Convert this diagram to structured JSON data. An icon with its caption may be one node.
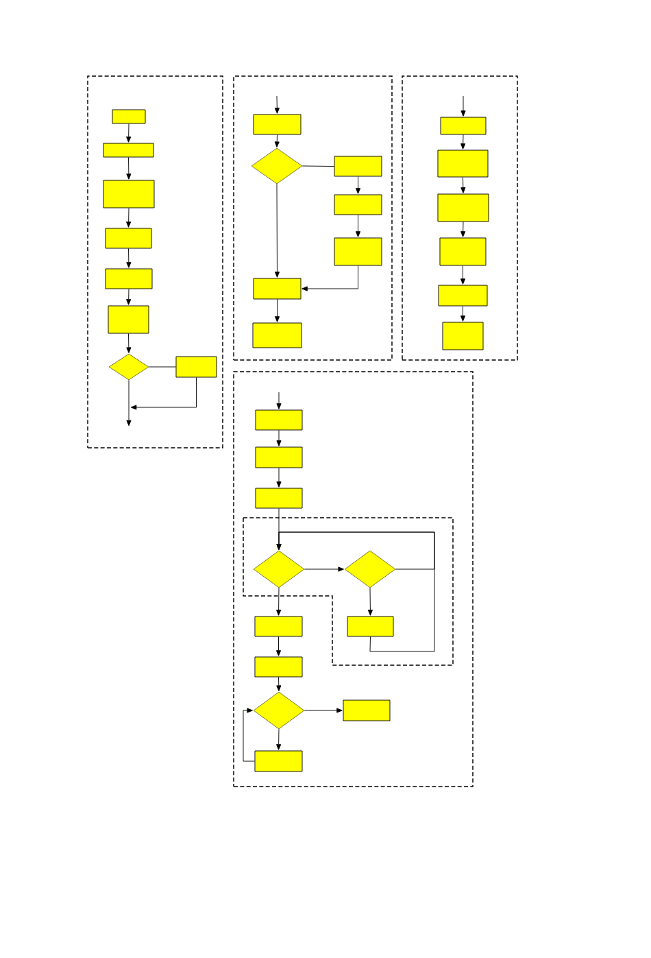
{
  "diagram": {
    "nodes": [
      {
        "text": [],
        "shape": "box"
      },
      {
        "text": [],
        "shape": "box",
        "in": 0
      },
      {
        "text": [],
        "shape": "box",
        "in": 0
      },
      {
        "text": [],
        "shape": "box",
        "in": 0
      },
      {
        "text": [],
        "shape": "box",
        "in": 0
      },
      {
        "text": [],
        "shape": "box",
        "in": 0
      },
      {
        "text": [],
        "shape": "box",
        "in": 0
      },
      {
        "text": [],
        "shape": "diamond",
        "in": 0
      },
      {
        "text": [],
        "shape": "box",
        "in": 0
      },
      {
        "text": [],
        "shape": "box"
      },
      {
        "text": [],
        "shape": "box",
        "in": 9
      },
      {
        "text": [],
        "shape": "diamond",
        "in": 9
      },
      {
        "text": [],
        "shape": "box",
        "in": 9
      },
      {
        "text": [],
        "shape": "box",
        "in": 9
      },
      {
        "text": [],
        "shape": "box",
        "in": 9
      },
      {
        "text": [],
        "shape": "box",
        "in": 9
      },
      {
        "text": [],
        "shape": "box",
        "in": 9
      },
      {
        "text": [],
        "shape": "box"
      },
      {
        "text": [],
        "shape": "box",
        "in": 17
      },
      {
        "text": [],
        "shape": "box",
        "in": 17
      },
      {
        "text": [],
        "shape": "box",
        "in": 17
      },
      {
        "text": [],
        "shape": "box",
        "in": 17
      },
      {
        "text": [],
        "shape": "box",
        "in": 17
      },
      {
        "text": [],
        "shape": "box",
        "in": 17
      },
      {
        "text": [],
        "shape": "box"
      },
      {
        "text": [],
        "shape": "box",
        "in": 24
      },
      {
        "text": [],
        "shape": "box",
        "in": 24
      },
      {
        "text": [],
        "shape": "box",
        "in": 24
      },
      {
        "text": [],
        "shape": "box",
        "in": 24
      },
      {
        "text": [],
        "shape": "diamond",
        "in": 28
      },
      {
        "text": [],
        "shape": "diamond",
        "in": 28
      },
      {
        "text": [],
        "shape": "box",
        "in": 28
      },
      {
        "text": [],
        "shape": "box",
        "in": 24
      },
      {
        "text": [],
        "shape": "box",
        "in": 24
      },
      {
        "text": [],
        "shape": "diamond",
        "in": 24
      },
      {
        "text": [],
        "shape": "box",
        "in": 24
      },
      {
        "text": [],
        "shape": "box",
        "in": 24
      }
    ],
    "edges": [
      {
        "from": 1,
        "to": 2,
        "arrow": "to"
      },
      {
        "from": 2,
        "to": 3,
        "arrow": "to"
      },
      {
        "from": 3,
        "to": 4,
        "arrow": "to"
      },
      {
        "from": 4,
        "to": 5,
        "arrow": "to"
      },
      {
        "from": 5,
        "to": 6,
        "arrow": "to"
      },
      {
        "from": 6,
        "to": 7,
        "arrow": "to"
      },
      {
        "from": 7,
        "to": 8,
        "arrow": "none"
      },
      {
        "from": 7,
        "to": null,
        "arrow": "to"
      },
      {
        "from": 8,
        "to": null,
        "arrow": "to"
      },
      {
        "from": null,
        "to": 10,
        "arrow": "to"
      },
      {
        "from": 10,
        "to": 11,
        "arrow": "to"
      },
      {
        "from": 11,
        "to": 12,
        "arrow": "none"
      },
      {
        "from": 12,
        "to": 13,
        "arrow": "to"
      },
      {
        "from": 13,
        "to": 14,
        "arrow": "to"
      },
      {
        "from": 14,
        "to": 15,
        "arrow": "to"
      },
      {
        "from": 11,
        "to": 15,
        "arrow": "to"
      },
      {
        "from": 15,
        "to": 16,
        "arrow": "to"
      },
      {
        "from": null,
        "to": 18,
        "arrow": "to"
      },
      {
        "from": 18,
        "to": 19,
        "arrow": "to"
      },
      {
        "from": 19,
        "to": 20,
        "arrow": "to"
      },
      {
        "from": 20,
        "to": 21,
        "arrow": "to"
      },
      {
        "from": 21,
        "to": 22,
        "arrow": "to"
      },
      {
        "from": 22,
        "to": 23,
        "arrow": "to"
      },
      {
        "from": null,
        "to": 25,
        "arrow": "to"
      },
      {
        "from": 25,
        "to": 26,
        "arrow": "to"
      },
      {
        "from": 26,
        "to": 27,
        "arrow": "to"
      },
      {
        "from": 27,
        "to": 29,
        "arrow": "to"
      },
      {
        "from": 29,
        "to": 30,
        "arrow": "to"
      },
      {
        "from": 30,
        "to": 29,
        "arrow": "to"
      },
      {
        "from": 30,
        "to": 31,
        "arrow": "to"
      },
      {
        "from": 31,
        "to": 29,
        "arrow": "to"
      },
      {
        "from": 29,
        "to": 32,
        "arrow": "to"
      },
      {
        "from": 32,
        "to": 33,
        "arrow": "to"
      },
      {
        "from": 33,
        "to": 34,
        "arrow": "to"
      },
      {
        "from": 34,
        "to": 35,
        "arrow": "to"
      },
      {
        "from": 34,
        "to": 36,
        "arrow": "to"
      },
      {
        "from": 36,
        "to": 34,
        "arrow": "to"
      }
    ]
  }
}
